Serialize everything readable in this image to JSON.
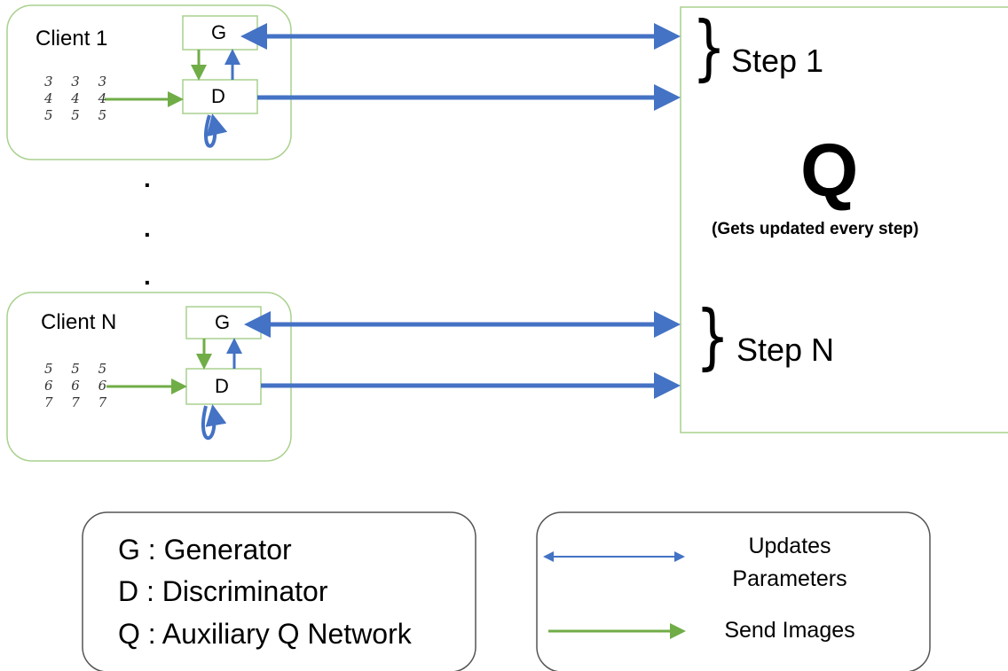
{
  "clients": [
    {
      "title": "Client  1",
      "generator_label": "G",
      "discriminator_label": "D",
      "digits": [
        "3 3 3",
        "4 4 4",
        "5 5 5"
      ]
    },
    {
      "title": "Client  N",
      "generator_label": "G",
      "discriminator_label": "D",
      "digits": [
        "5 5 5",
        "6 6 6",
        "7 7 7"
      ]
    }
  ],
  "steps": [
    "Step 1",
    "Step N"
  ],
  "brace": "}",
  "ellipsis_dot": ".",
  "server": {
    "label": "Q",
    "subtitle": "(Gets updated every step)"
  },
  "legend": {
    "definitions": [
      "G : Generator",
      "D : Discriminator",
      "Q : Auxiliary Q Network"
    ],
    "arrows": [
      {
        "label_line1": "Updates",
        "label_line2": "Parameters",
        "color": "#4472C4",
        "icon": "double-headed-arrow"
      },
      {
        "label": "Send Images",
        "color": "#70AD47",
        "icon": "single-headed-arrow"
      }
    ]
  },
  "colors": {
    "blue": "#4472C4",
    "green": "#70AD47",
    "box_border": "#A9D18E"
  }
}
